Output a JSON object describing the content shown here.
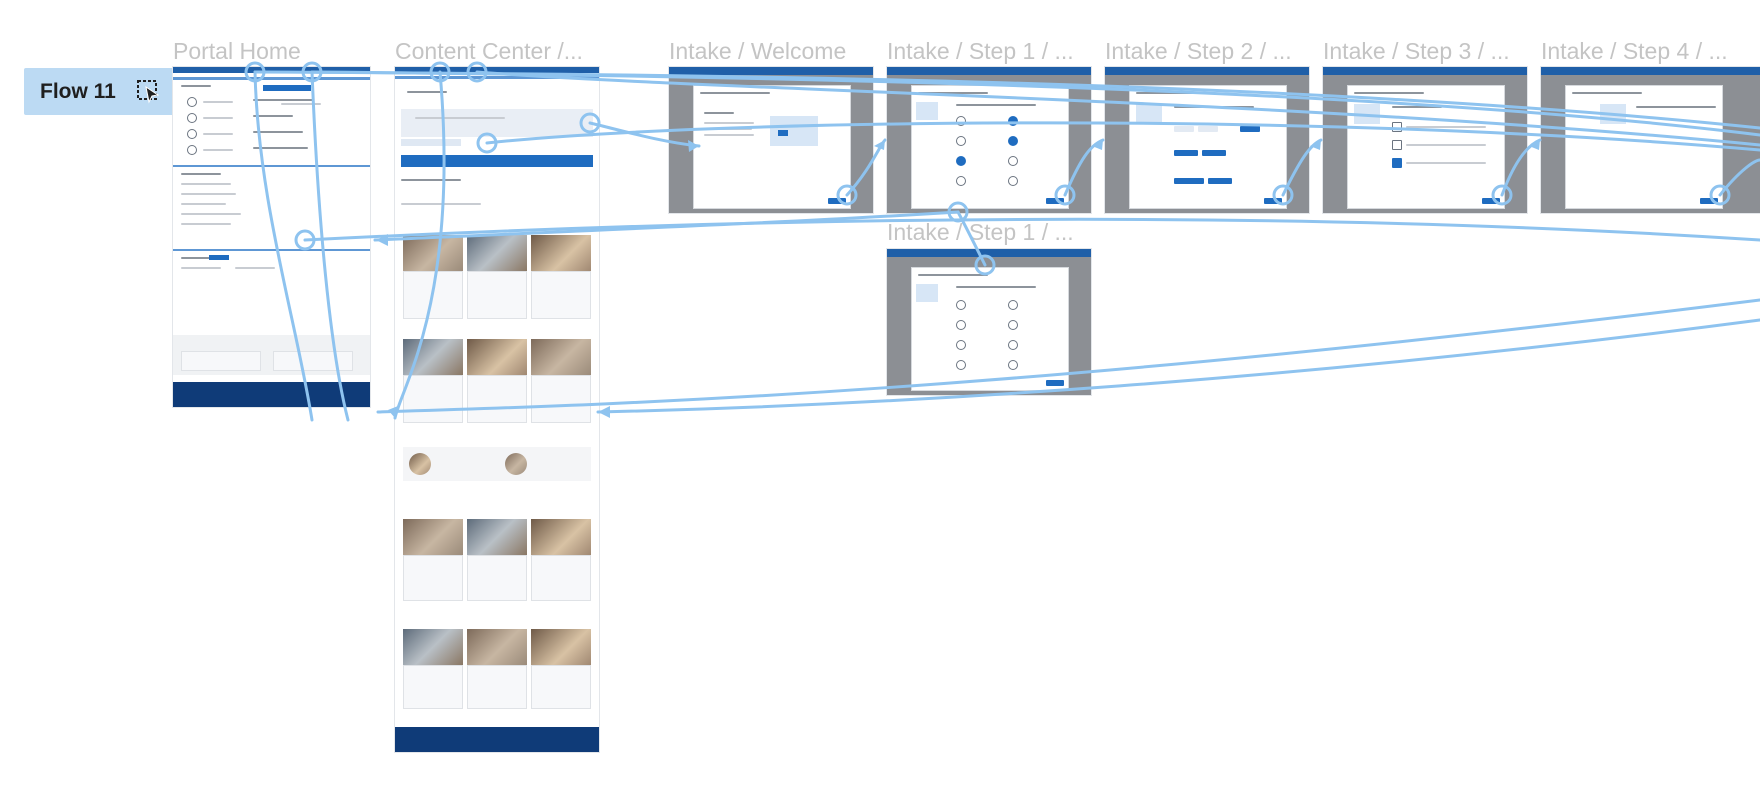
{
  "flow": {
    "label": "Flow 11",
    "icon": "play-cursor-icon"
  },
  "frames": [
    {
      "id": "portal-home",
      "title": "Portal Home"
    },
    {
      "id": "content-center",
      "title": "Content Center /..."
    },
    {
      "id": "intake-welcome",
      "title": "Intake / Welcome"
    },
    {
      "id": "intake-step1",
      "title": "Intake / Step 1 / ..."
    },
    {
      "id": "intake-step2",
      "title": "Intake / Step 2 / ..."
    },
    {
      "id": "intake-step3",
      "title": "Intake / Step 3 / ..."
    },
    {
      "id": "intake-step4",
      "title": "Intake / Step 4 / ..."
    },
    {
      "id": "intake-step1-alt",
      "title": "Intake / Step 1 / ..."
    }
  ],
  "colors": {
    "connector": "#8ec3ef",
    "header_blue": "#1f5fa8",
    "footer_navy": "#0f3b78",
    "badge_bg": "#bcdaf3",
    "label_gray": "#c4c4c4"
  }
}
